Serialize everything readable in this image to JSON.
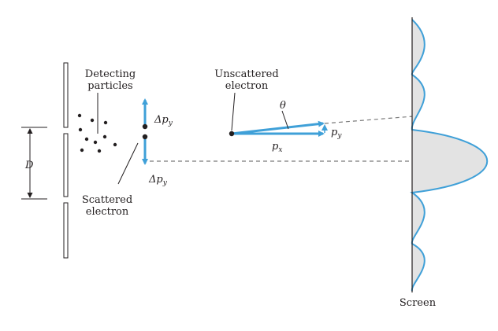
{
  "labels": {
    "detecting_line1": "Detecting",
    "detecting_line2": "particles",
    "unscattered_line1": "Unscattered",
    "unscattered_line2": "electron",
    "theta": "θ",
    "delta_py_upper": "Δp",
    "delta_py_upper_sub": "y",
    "delta_py_lower": "Δp",
    "delta_py_lower_sub": "y",
    "py": "p",
    "py_sub": "y",
    "px": "p",
    "px_sub": "x",
    "D": "D",
    "scattered_line1": "Scattered",
    "scattered_line2": "electron",
    "screen": "Screen"
  },
  "colors": {
    "ink": "#231f20",
    "arrow_blue": "#3fa0d8",
    "fill_gray": "#e3e3e3",
    "dash": "#7a7a7a"
  }
}
